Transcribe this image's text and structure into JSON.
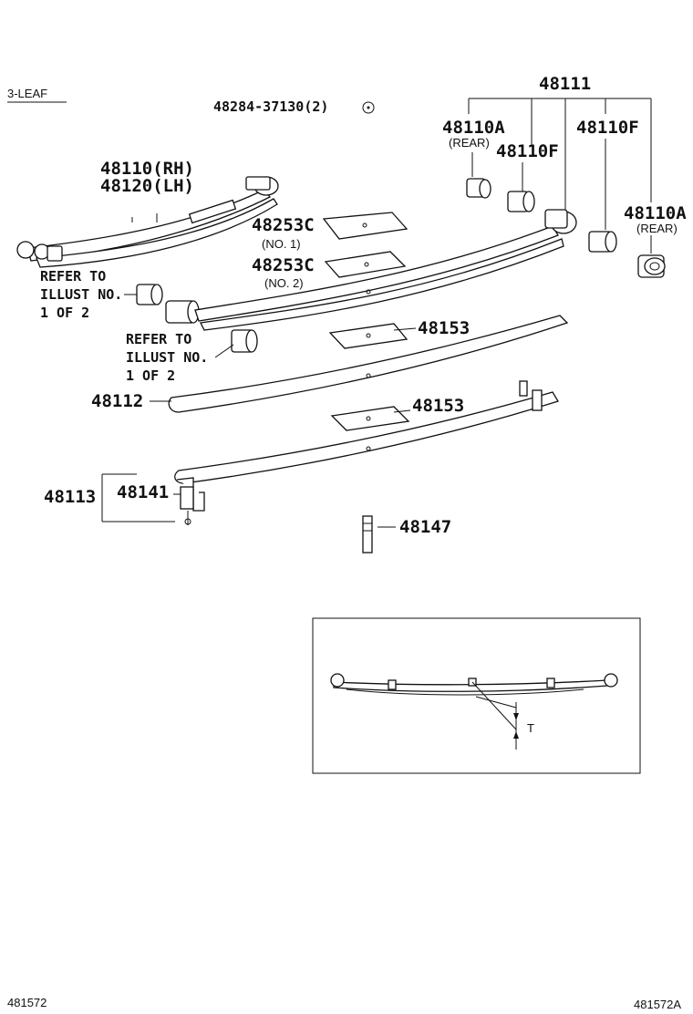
{
  "header": {
    "variant": "3-LEAF",
    "bolt_ref": "48284-37130(2)"
  },
  "labels": {
    "p48111": "48111",
    "p48110A_rear_left": "48110A",
    "rear_left": "(REAR)",
    "p48110F_left": "48110F",
    "p48110F_right": "48110F",
    "p48110A_rear_right": "48110A",
    "rear_right": "(REAR)",
    "p48110": "48110(RH)",
    "p48120": "48120(LH)",
    "p48253C_1": "48253C",
    "no1": "(NO. 1)",
    "p48253C_2": "48253C",
    "no2": "(NO. 2)",
    "p48153_a": "48153",
    "p48153_b": "48153",
    "p48112": "48112",
    "p48113": "48113",
    "p48141": "48141",
    "p48147": "48147"
  },
  "refer_notes": [
    {
      "l1": "REFER TO",
      "l2": "ILLUST NO.",
      "l3": "1 OF 2"
    },
    {
      "l1": "REFER TO",
      "l2": "ILLUST NO.",
      "l3": "1 OF 2"
    }
  ],
  "inset": {
    "dimension_label": "T"
  },
  "footer": {
    "left_code": "481572",
    "right_code": "481572A"
  }
}
